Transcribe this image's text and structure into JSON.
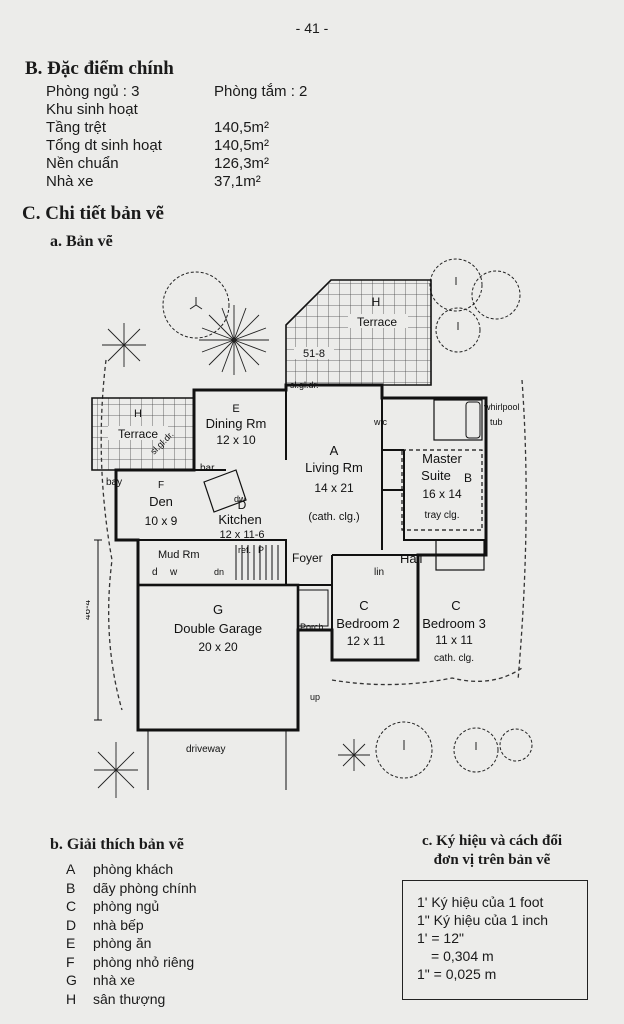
{
  "page_number": "- 41 -",
  "section_b": {
    "title": "B. Đặc điểm chính",
    "bedrooms": "Phòng ngủ : 3",
    "bathrooms": "Phòng tắm : 2",
    "living_area": "Khu sinh hoạt",
    "rows": [
      {
        "label": "Tầng trệt",
        "value": "140,5m²"
      },
      {
        "label": "Tổng dt sinh hoạt",
        "value": "140,5m²"
      },
      {
        "label": "Nền chuẩn",
        "value": "126,3m²"
      },
      {
        "label": "Nhà xe",
        "value": "37,1m²"
      }
    ]
  },
  "section_c": {
    "title": "C. Chi tiết bản vẽ",
    "sub_a": "a. Bản vẽ",
    "sub_b": "b. Giải thích bản vẽ",
    "sub_c_line1": "c. Ký hiệu và cách đổi",
    "sub_c_line2": "đơn vị trên bản vẽ"
  },
  "floor_plan": {
    "terrace_top_letter": "H",
    "terrace_top_label": "Terrace",
    "dim_top": "51-8",
    "sliding_door_top": "sl.gl.dr.",
    "terrace_left_letter": "H",
    "terrace_left_label": "Terrace",
    "sliding_door_left": "sl.gl.dr.",
    "dining_letter": "E",
    "dining_name": "Dining Rm",
    "dining_size": "12 x 10",
    "living_letter": "A",
    "living_name": "Living Rm",
    "living_size": "14 x 21",
    "living_note": "(cath. clg.)",
    "bay": "bay",
    "bar": "bar",
    "dw": "dw",
    "den_letter": "F",
    "den_name": "Den",
    "den_size": "10 x 9",
    "kitchen_letter": "D",
    "kitchen_name": "Kitchen",
    "kitchen_size": "12 x 11-6",
    "ref": "ref.",
    "pantry": "P",
    "mud_room": "Mud Rm",
    "washer": "d",
    "dryer": "w",
    "down": "dn",
    "wic": "wic",
    "whirlpool": "whirlpool",
    "tub": "tub",
    "master_name": "Master",
    "master_suite": "Suite",
    "master_letter": "B",
    "master_size": "16 x 14",
    "master_note": "tray clg.",
    "foyer": "Foyer",
    "hall": "Hall",
    "lin": "lin",
    "garage_letter": "G",
    "garage_name": "Double Garage",
    "garage_size": "20 x 20",
    "porch": "Porch",
    "up": "up",
    "bed2_letter": "C",
    "bed2_name": "Bedroom 2",
    "bed2_size": "12 x 11",
    "bed3_letter": "C",
    "bed3_name": "Bedroom 3",
    "bed3_size": "11 x 11",
    "bed3_note": "cath. clg.",
    "dim_left": "46-4",
    "driveway": "driveway"
  },
  "legend": [
    {
      "letter": "A",
      "text": "phòng khách"
    },
    {
      "letter": "B",
      "text": "dãy phòng chính"
    },
    {
      "letter": "C",
      "text": "phòng ngủ"
    },
    {
      "letter": "D",
      "text": "nhà bếp"
    },
    {
      "letter": "E",
      "text": "phòng ăn"
    },
    {
      "letter": "F",
      "text": "phòng nhỏ riêng"
    },
    {
      "letter": "G",
      "text": "nhà xe"
    },
    {
      "letter": "H",
      "text": "sân thượng"
    }
  ],
  "conversion": [
    "1' Ký hiệu của 1 foot",
    "1\" Ký hiệu của 1 inch",
    "1' = 12\"",
    "= 0,304 m",
    "1\" = 0,025 m"
  ]
}
